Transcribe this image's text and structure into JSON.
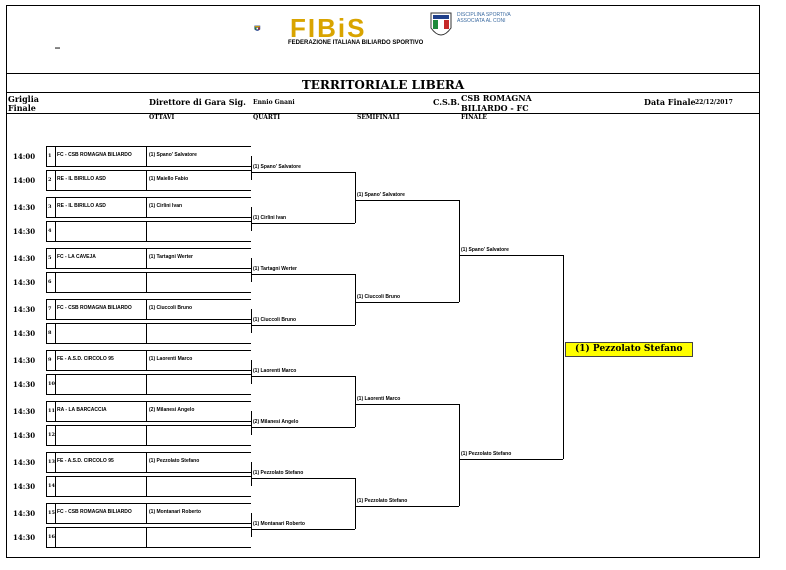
{
  "header": {
    "logo_text": "FIBiS",
    "logo_subtitle": "FEDERAZIONE ITALIANA BILIARDO SPORTIVO",
    "coni_text": "DISCIPLINA SPORTIVA ASSOCIATA AL CONI",
    "dash": "_",
    "title": "TERRITORIALE LIBERA",
    "griglia_label": "Griglia\nFinale",
    "director_label": "Direttore di Gara Sig.",
    "director_name": "Ennio Gnani",
    "csb_label": "C.S.B.",
    "csb_name_1": "CSB ROMAGNA",
    "csb_name_2": "BILIARDO - FC",
    "final_date_label": "Data Finale",
    "final_date": "22/12/2017"
  },
  "rounds": {
    "ottavi": "OTTAVI",
    "quarti": "QUARTI",
    "semifinali": "SEMIFINALI",
    "finale": "FINALE"
  },
  "rows": [
    {
      "time": "14:00",
      "seed": "1",
      "club": "FC - CSB ROMAGNA BILIARDO",
      "player": "(1) Spano' Salvatore"
    },
    {
      "time": "14:00",
      "seed": "2",
      "club": "RE - IL BIRILLO ASD",
      "player": "(1) Maiello Fabio"
    },
    {
      "time": "14:30",
      "seed": "3",
      "club": "RE - IL BIRILLO ASD",
      "player": "(1) Cirlini Ivan"
    },
    {
      "time": "14:30",
      "seed": "4",
      "club": "",
      "player": ""
    },
    {
      "time": "14:30",
      "seed": "5",
      "club": "FC - LA CAVEJA",
      "player": "(1) Tartagni Werter"
    },
    {
      "time": "14:30",
      "seed": "6",
      "club": "",
      "player": ""
    },
    {
      "time": "14:30",
      "seed": "7",
      "club": "FC - CSB ROMAGNA BILIARDO",
      "player": "(1) Ciuccoli Bruno"
    },
    {
      "time": "14:30",
      "seed": "8",
      "club": "",
      "player": ""
    },
    {
      "time": "14:30",
      "seed": "9",
      "club": "FE - A.S.D. CIRCOLO 95",
      "player": "(1) Laorenti Marco"
    },
    {
      "time": "14:30",
      "seed": "10",
      "club": "",
      "player": ""
    },
    {
      "time": "14:30",
      "seed": "11",
      "club": "RA - LA BARCACCIA",
      "player": "(2) Milanesi Angelo"
    },
    {
      "time": "14:30",
      "seed": "12",
      "club": "",
      "player": ""
    },
    {
      "time": "14:30",
      "seed": "13",
      "club": "FE - A.S.D. CIRCOLO 95",
      "player": "(1) Pezzolato Stefano"
    },
    {
      "time": "14:30",
      "seed": "14",
      "club": "",
      "player": ""
    },
    {
      "time": "14:30",
      "seed": "15",
      "club": "FC - CSB ROMAGNA BILIARDO",
      "player": "(1) Montanari Roberto"
    },
    {
      "time": "14:30",
      "seed": "16",
      "club": "",
      "player": ""
    }
  ],
  "quarti": [
    "(1) Spano' Salvatore",
    "(1) Cirlini Ivan",
    "(1) Tartagni Werter",
    "(1) Ciuccoli Bruno",
    "(1) Laorenti Marco",
    "(2) Milanesi Angelo",
    "(1) Pezzolato Stefano",
    "(1) Montanari Roberto"
  ],
  "semifinali": [
    "(1) Spano' Salvatore",
    "(1) Ciuccoli Bruno",
    "(1) Laorenti Marco",
    "(1) Pezzolato Stefano"
  ],
  "finale": [
    "(1) Spano' Salvatore",
    "(1) Pezzolato Stefano"
  ],
  "winner": "(1) Pezzolato Stefano",
  "colors": {
    "winner_bg": "#ffff00",
    "logo_gold": "#d9a400",
    "coni_blue": "#3a6aa0"
  }
}
